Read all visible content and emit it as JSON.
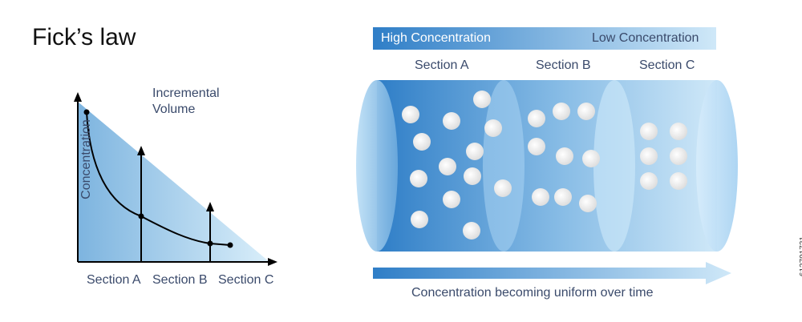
{
  "title": "Fick’s law",
  "left_graph": {
    "y_axis_label": "Concentration",
    "annotation": [
      "Incremental",
      "Volume"
    ],
    "sections": [
      "Section A",
      "Section B",
      "Section C"
    ]
  },
  "right_diagram": {
    "gradient_bar": {
      "high_label": "High Concentration",
      "low_label": "Low Concentration"
    },
    "sections": [
      "Section A",
      "Section B",
      "Section C"
    ],
    "bottom_arrow_label": "Concentration becoming uniform over time"
  },
  "side_id": "613791731",
  "colors": {
    "dark_blue": "#2f7ec7",
    "light_blue": "#cfe8f8",
    "text": "#3a4a6b",
    "particle": "#e6e6e6"
  }
}
